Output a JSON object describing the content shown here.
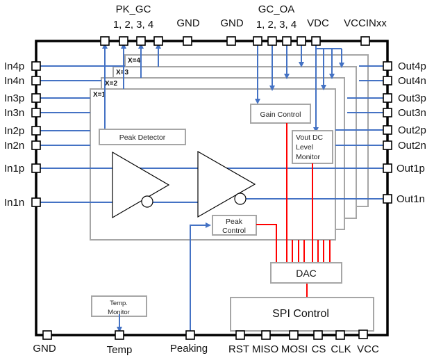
{
  "diagram": {
    "type": "block-diagram",
    "colors": {
      "signal": "#4472c4",
      "control": "#ff0000",
      "package": "#000000",
      "block_border": "#a6a6a6"
    },
    "top_pins": {
      "pk_gc_title": "PK_GC",
      "pk_gc_sub": "1, 2, 3, 4",
      "gnd1": "GND",
      "gnd2": "GND",
      "gc_oa_title": "GC_OA",
      "gc_oa_sub": "1, 2, 3, 4",
      "vdc": "VDC",
      "vccinxx": "VCCINxx"
    },
    "left_pins": [
      "In4p",
      "In4n",
      "In3p",
      "In3n",
      "In2p",
      "In2n",
      "In1p",
      "In1n"
    ],
    "right_pins": [
      "Out4p",
      "Out4n",
      "Out3p",
      "Out3n",
      "Out2p",
      "Out2n",
      "Out1p",
      "Out1n"
    ],
    "bottom_pins": [
      "GND",
      "Temp",
      "Peaking",
      "RST",
      "MISO",
      "MOSI",
      "CS",
      "CLK",
      "VCC"
    ],
    "channel_labels": [
      "X=1",
      "X=2",
      "X=3",
      "X=4"
    ],
    "blocks": {
      "peak_detector": "Peak Detector",
      "gain_control": "Gain Control",
      "vout_dc_1": "Vout DC",
      "vout_dc_2": "Level",
      "vout_dc_3": "Monitor",
      "peak_control_1": "Peak",
      "peak_control_2": "Control",
      "dac": "DAC",
      "spi_control": "SPI Control",
      "temp_monitor_1": "Temp.",
      "temp_monitor_2": "Monitor"
    }
  }
}
